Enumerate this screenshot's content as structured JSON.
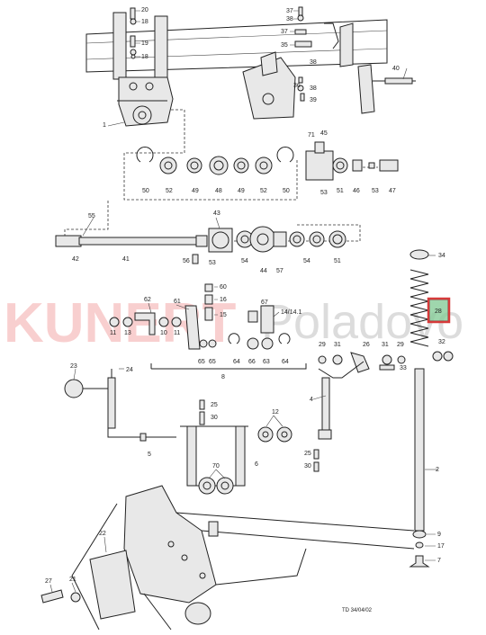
{
  "watermark": {
    "brand": "KUNERT",
    "domain": "Poladovo"
  },
  "highlight": {
    "color": "#d63a3a",
    "fill": "#66bb88"
  },
  "footer_code": "TD 34/04/02",
  "callouts": {
    "c1": "1",
    "c2": "2",
    "c4": "4",
    "c5": "5",
    "c6": "6",
    "c7": "7",
    "c8": "8",
    "c9": "9",
    "c10": "10",
    "c11a": "11",
    "c11b": "11",
    "c12": "12",
    "c13": "13",
    "c14": "14/14.1",
    "c15": "15",
    "c16": "16",
    "c17": "17",
    "c18a": "18",
    "c18b": "18",
    "c19": "19",
    "c20": "20",
    "c21": "21",
    "c22": "22",
    "c23": "23",
    "c24": "24",
    "c25": "25",
    "c26": "26",
    "c27": "27",
    "c28": "28",
    "c29a": "29",
    "c29b": "29",
    "c30a": "30",
    "c30b": "30",
    "c31a": "31",
    "c31b": "31",
    "c32": "32",
    "c33": "33",
    "c34": "34",
    "c35": "35",
    "c36": "36",
    "c37a": "37",
    "c37b": "37",
    "c38a": "38",
    "c38b": "38",
    "c38c": "38",
    "c39": "39",
    "c40": "40",
    "c41": "41",
    "c42": "42",
    "c43": "43",
    "c44": "44",
    "c45": "45",
    "c46": "46",
    "c47": "47",
    "c48": "48",
    "c49a": "49",
    "c49b": "49",
    "c50a": "50",
    "c50b": "50",
    "c51a": "51",
    "c51b": "51",
    "c52a": "52",
    "c52b": "52",
    "c53a": "53",
    "c53b": "53",
    "c54a": "54",
    "c54b": "54",
    "c55": "55",
    "c56": "56",
    "c57": "57",
    "c60": "60",
    "c61": "61",
    "c62": "62",
    "c63": "63",
    "c64a": "64",
    "c64b": "64",
    "c65a": "65",
    "c65b": "65",
    "c66": "66",
    "c67": "67",
    "c70": "70",
    "c71": "71"
  }
}
